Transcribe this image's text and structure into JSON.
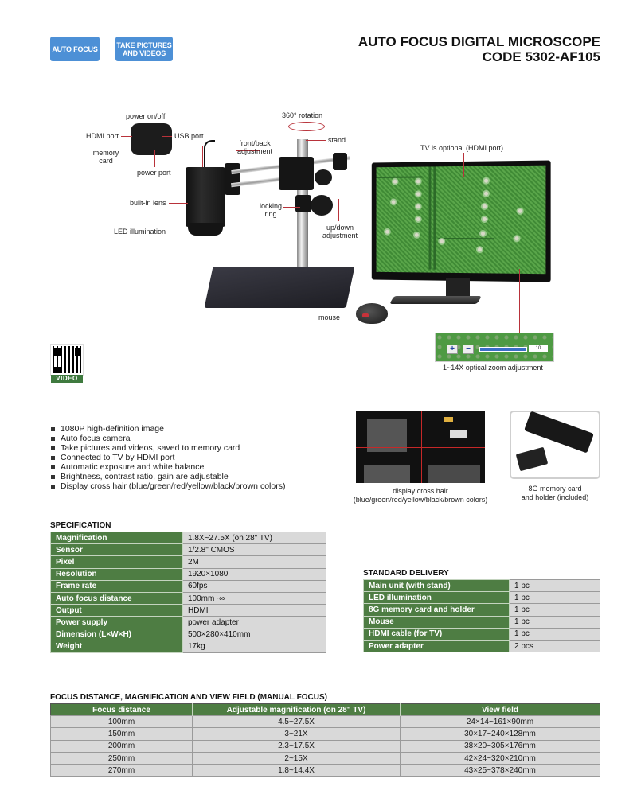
{
  "header": {
    "tags": [
      "AUTO FOCUS",
      "TAKE PICTURES",
      "AND VIDEOS"
    ],
    "title_line1": "AUTO FOCUS DIGITAL MICROSCOPE",
    "title_line2": "CODE 5302-AF105",
    "accent_color": "#4d90d6"
  },
  "illustration": {
    "labels": {
      "power_onoff": "power on/off",
      "hdmi_port": "HDMI port",
      "usb_port": "USB port",
      "memory_card_1": "memory",
      "memory_card_2": "card",
      "power_port": "power port",
      "built_in_lens": "built-in lens",
      "led_illumination": "LED illumination",
      "rotation": "360° rotation",
      "stand": "stand",
      "front_back_1": "front/back",
      "front_back_2": "adjustment",
      "locking_ring_1": "locking",
      "locking_ring_2": "ring",
      "up_down_1": "up/down",
      "up_down_2": "adjustment",
      "tv_optional": "TV is optional (HDMI port)",
      "mouse": "mouse",
      "zoom_adjust": "1~14X optical zoom adjustment"
    },
    "zoom_control": {
      "plus": "+",
      "minus": "−",
      "value": "10"
    },
    "qr_label": "VIDEO"
  },
  "features": [
    "1080P high-definition image",
    "Auto focus camera",
    "Take pictures and videos, saved to memory card",
    "Connected to TV by HDMI port",
    "Automatic exposure and white balance",
    "Brightness, contrast ratio, gain are adjustable",
    "Display cross hair (blue/green/red/yellow/black/brown colors)"
  ],
  "photos": {
    "crosshair_caption_1": "display cross hair",
    "crosshair_caption_2": "(blue/green/red/yellow/black/brown colors)",
    "card_caption_1": "8G memory card",
    "card_caption_2": "and holder (included)"
  },
  "specification": {
    "title": "SPECIFICATION",
    "rows": [
      {
        "k": "Magnification",
        "v": "1.8X~27.5X (on 28\" TV)"
      },
      {
        "k": "Sensor",
        "v": "1/2.8\" CMOS"
      },
      {
        "k": "Pixel",
        "v": "2M"
      },
      {
        "k": "Resolution",
        "v": "1920×1080"
      },
      {
        "k": "Frame rate",
        "v": "60fps"
      },
      {
        "k": "Auto focus distance",
        "v": "100mm~∞"
      },
      {
        "k": "Output",
        "v": "HDMI"
      },
      {
        "k": "Power supply",
        "v": "power adapter"
      },
      {
        "k": "Dimension (L×W×H)",
        "v": "500×280×410mm"
      },
      {
        "k": "Weight",
        "v": "17kg"
      }
    ]
  },
  "delivery": {
    "title": "STANDARD DELIVERY",
    "rows": [
      {
        "k": "Main unit (with stand)",
        "v": "1 pc"
      },
      {
        "k": "LED illumination",
        "v": "1 pc"
      },
      {
        "k": "8G memory card and holder",
        "v": "1 pc"
      },
      {
        "k": "Mouse",
        "v": "1 pc"
      },
      {
        "k": "HDMI cable (for TV)",
        "v": "1 pc"
      },
      {
        "k": "Power adapter",
        "v": "2 pcs"
      }
    ]
  },
  "focus_table": {
    "title": "FOCUS DISTANCE, MAGNIFICATION AND VIEW FIELD (MANUAL FOCUS)",
    "headers": [
      "Focus distance",
      "Adjustable magnification (on 28\" TV)",
      "View field"
    ],
    "rows": [
      [
        "100mm",
        "4.5~27.5X",
        "24×14~161×90mm"
      ],
      [
        "150mm",
        "3~21X",
        "30×17~240×128mm"
      ],
      [
        "200mm",
        "2.3~17.5X",
        "38×20~305×176mm"
      ],
      [
        "250mm",
        "2~15X",
        "42×24~320×210mm"
      ],
      [
        "270mm",
        "1.8~14.4X",
        "43×25~378×240mm"
      ]
    ],
    "header_color": "#4e7d43",
    "cell_color": "#d9d9d9"
  }
}
